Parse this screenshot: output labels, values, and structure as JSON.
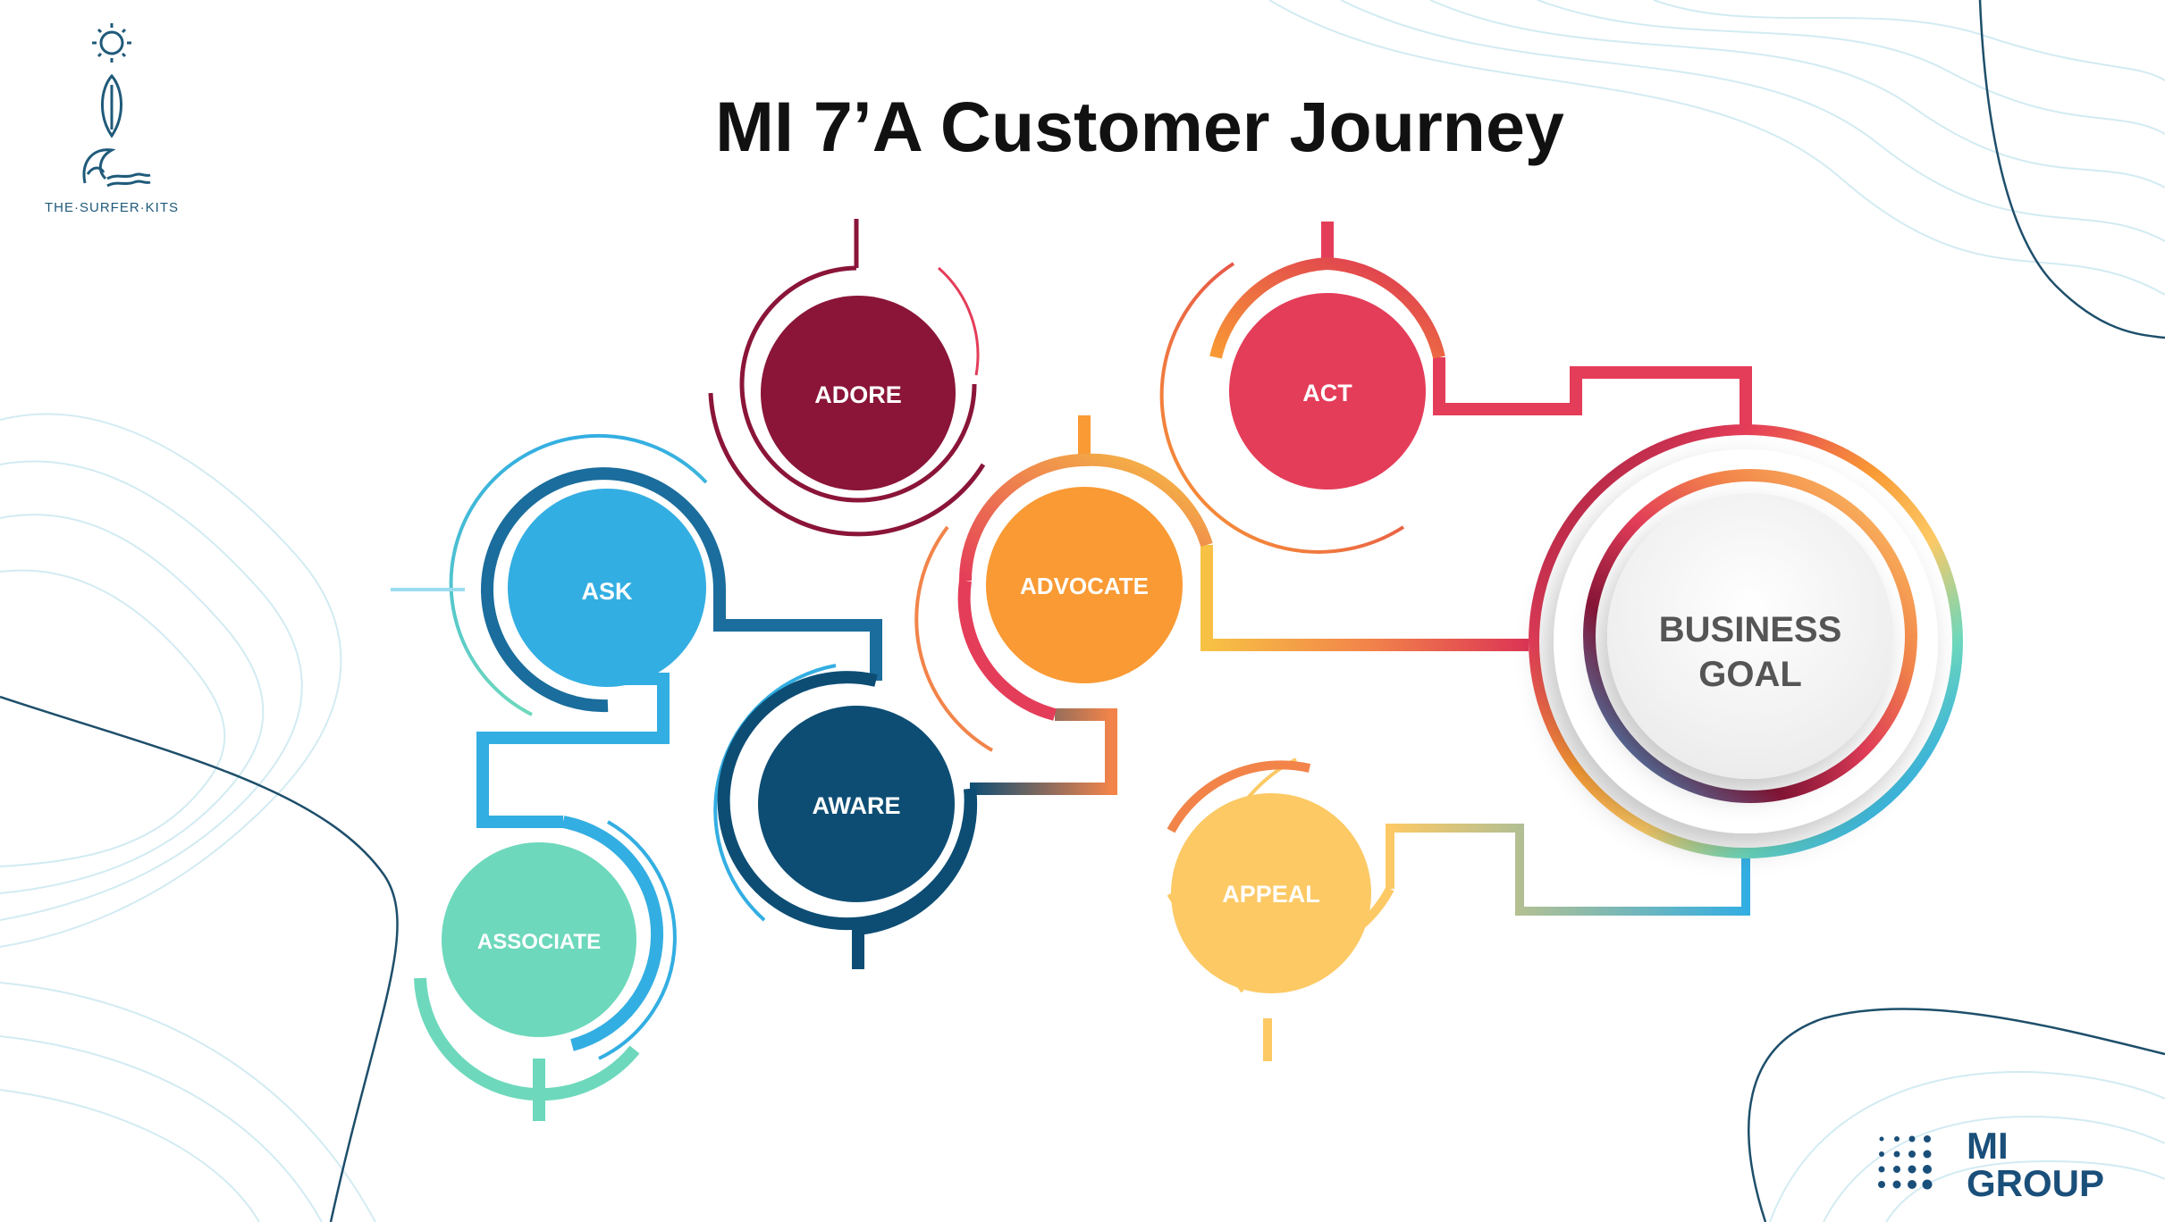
{
  "title": "MI 7’A Customer Journey",
  "brand_top_left": {
    "text": "THE·SURFER·KITS",
    "icons": [
      "sun-icon",
      "surfboard-icon",
      "wave-icon"
    ]
  },
  "brand_bottom_right": {
    "line1": "MI",
    "line2": "GROUP",
    "icon": "dot-grid-icon"
  },
  "nodes": [
    {
      "id": "ask",
      "label": "ASK",
      "color": "#33aee2"
    },
    {
      "id": "associate",
      "label": "ASSOCIATE",
      "color": "#6dd8bc"
    },
    {
      "id": "adore",
      "label": "ADORE",
      "color": "#8a1538"
    },
    {
      "id": "aware",
      "label": "AWARE",
      "color": "#0d4d74"
    },
    {
      "id": "advocate",
      "label": "ADVOCATE",
      "color": "#f99a34"
    },
    {
      "id": "act",
      "label": "ACT",
      "color": "#e43d59"
    },
    {
      "id": "appeal",
      "label": "APPEAL",
      "color": "#fcc965"
    }
  ],
  "goal": {
    "line1": "BUSINESS",
    "line2": "GOAL",
    "text_color": "#555555"
  },
  "colors": {
    "line_light_blue": "#33aee2",
    "line_dark_blue": "#1a6d9c",
    "line_gradient": [
      "#f7c244",
      "#f2844a",
      "#dc3454"
    ],
    "ring_gradient": [
      "#8a1538",
      "#e43d59",
      "#f99a34",
      "#fcc965",
      "#6dd8bc",
      "#33aee2",
      "#0d4d74"
    ],
    "background_lines": "#c8e7ef"
  }
}
